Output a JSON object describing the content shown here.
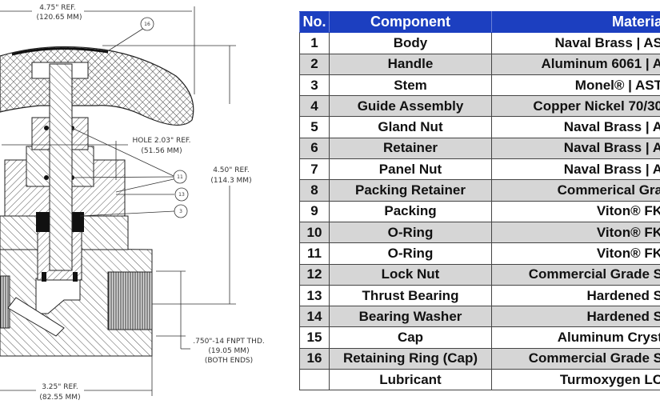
{
  "drawing": {
    "dimensions": {
      "overall_width": "4.75\" REF.",
      "overall_width_mm": "(120.65 MM)",
      "hole": "HOLE 2.03\" REF.",
      "hole_mm": "(51.56 MM)",
      "height": "4.50\" REF.",
      "height_mm": "(114.3 MM)",
      "thread": ".750\"-14 FNPT THD.",
      "thread_mm": "(19.05 MM)",
      "thread_note": "(BOTH ENDS)",
      "body_width": "3.25\" REF.",
      "body_width_mm": "(82.55 MM)"
    },
    "callouts": [
      "16",
      "11",
      "13",
      "3"
    ]
  },
  "table": {
    "headers": {
      "no": "No.",
      "component": "Component",
      "material": "Materia"
    },
    "rows": [
      {
        "no": "1",
        "component": "Body",
        "material": "Naval Brass | AS"
      },
      {
        "no": "2",
        "component": "Handle",
        "material": "Aluminum 6061 | A"
      },
      {
        "no": "3",
        "component": "Stem",
        "material": "Monel® | AST"
      },
      {
        "no": "4",
        "component": "Guide Assembly",
        "material": "Copper Nickel 70/30"
      },
      {
        "no": "5",
        "component": "Gland Nut",
        "material": "Naval Brass | A"
      },
      {
        "no": "6",
        "component": "Retainer",
        "material": "Naval Brass | A"
      },
      {
        "no": "7",
        "component": "Panel Nut",
        "material": "Naval Brass | A"
      },
      {
        "no": "8",
        "component": "Packing Retainer",
        "material": "Commerical Gra"
      },
      {
        "no": "9",
        "component": "Packing",
        "material": "Viton® FK"
      },
      {
        "no": "10",
        "component": "O-Ring",
        "material": "Viton® FK"
      },
      {
        "no": "11",
        "component": "O-Ring",
        "material": "Viton® FK"
      },
      {
        "no": "12",
        "component": "Lock Nut",
        "material": "Commercial Grade S"
      },
      {
        "no": "13",
        "component": "Thrust Bearing",
        "material": "Hardened S"
      },
      {
        "no": "14",
        "component": "Bearing Washer",
        "material": "Hardened S"
      },
      {
        "no": "15",
        "component": "Cap",
        "material": "Aluminum Cryst"
      },
      {
        "no": "16",
        "component": "Retaining Ring (Cap)",
        "material": "Commercial Grade S"
      },
      {
        "no": "",
        "component": "Lubricant",
        "material": "Turmoxygen LC"
      }
    ]
  },
  "colors": {
    "header_bg": "#1c3fc0",
    "alt_row": "#d6d6d6"
  }
}
